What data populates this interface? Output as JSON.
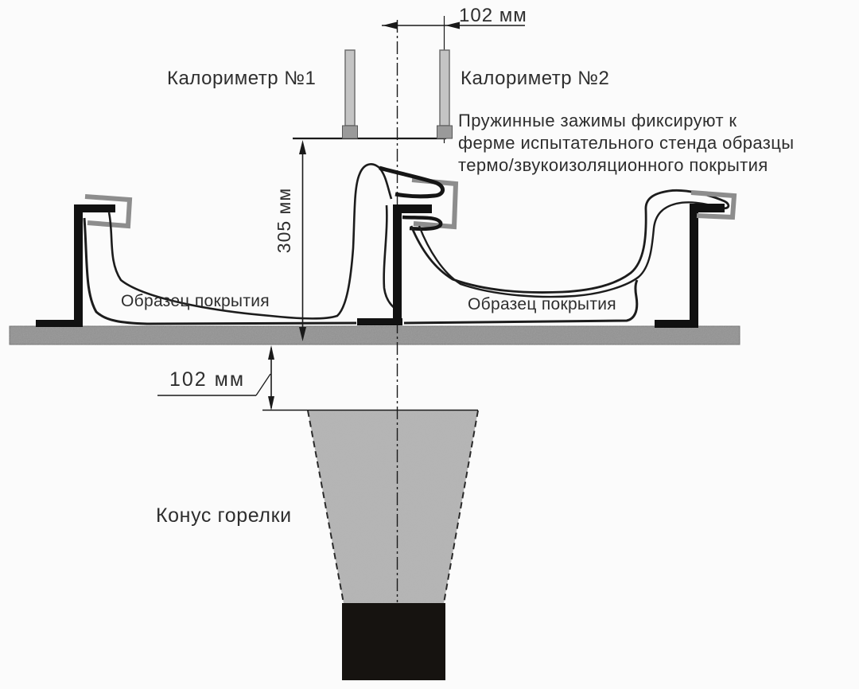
{
  "labels": {
    "top_dimension": "102 мм",
    "calorimeter_1": "Калориметр №1",
    "calorimeter_2": "Калориметр №2",
    "clamp_note_line1": "Пружинные зажимы фиксируют к",
    "clamp_note_line2": "ферме испытательного стенда образцы",
    "clamp_note_line3": "термо/звукоизоляционного покрытия",
    "height_dimension": "305 мм",
    "sample_left": "Образец покрытия",
    "sample_right": "Образец покрытия",
    "bottom_dimension": "102 мм",
    "burner_cone": "Конус горелки"
  },
  "colors": {
    "paper": "#fbfbfb",
    "ink": "#1c1c1c",
    "plate": "#8f8f8f",
    "cone": "#b6b6b6",
    "burner_tube": "#161310",
    "rod": "#c4c4c4",
    "rod_tip": "#9a9a9a",
    "clamp": "#8d8d8d"
  }
}
